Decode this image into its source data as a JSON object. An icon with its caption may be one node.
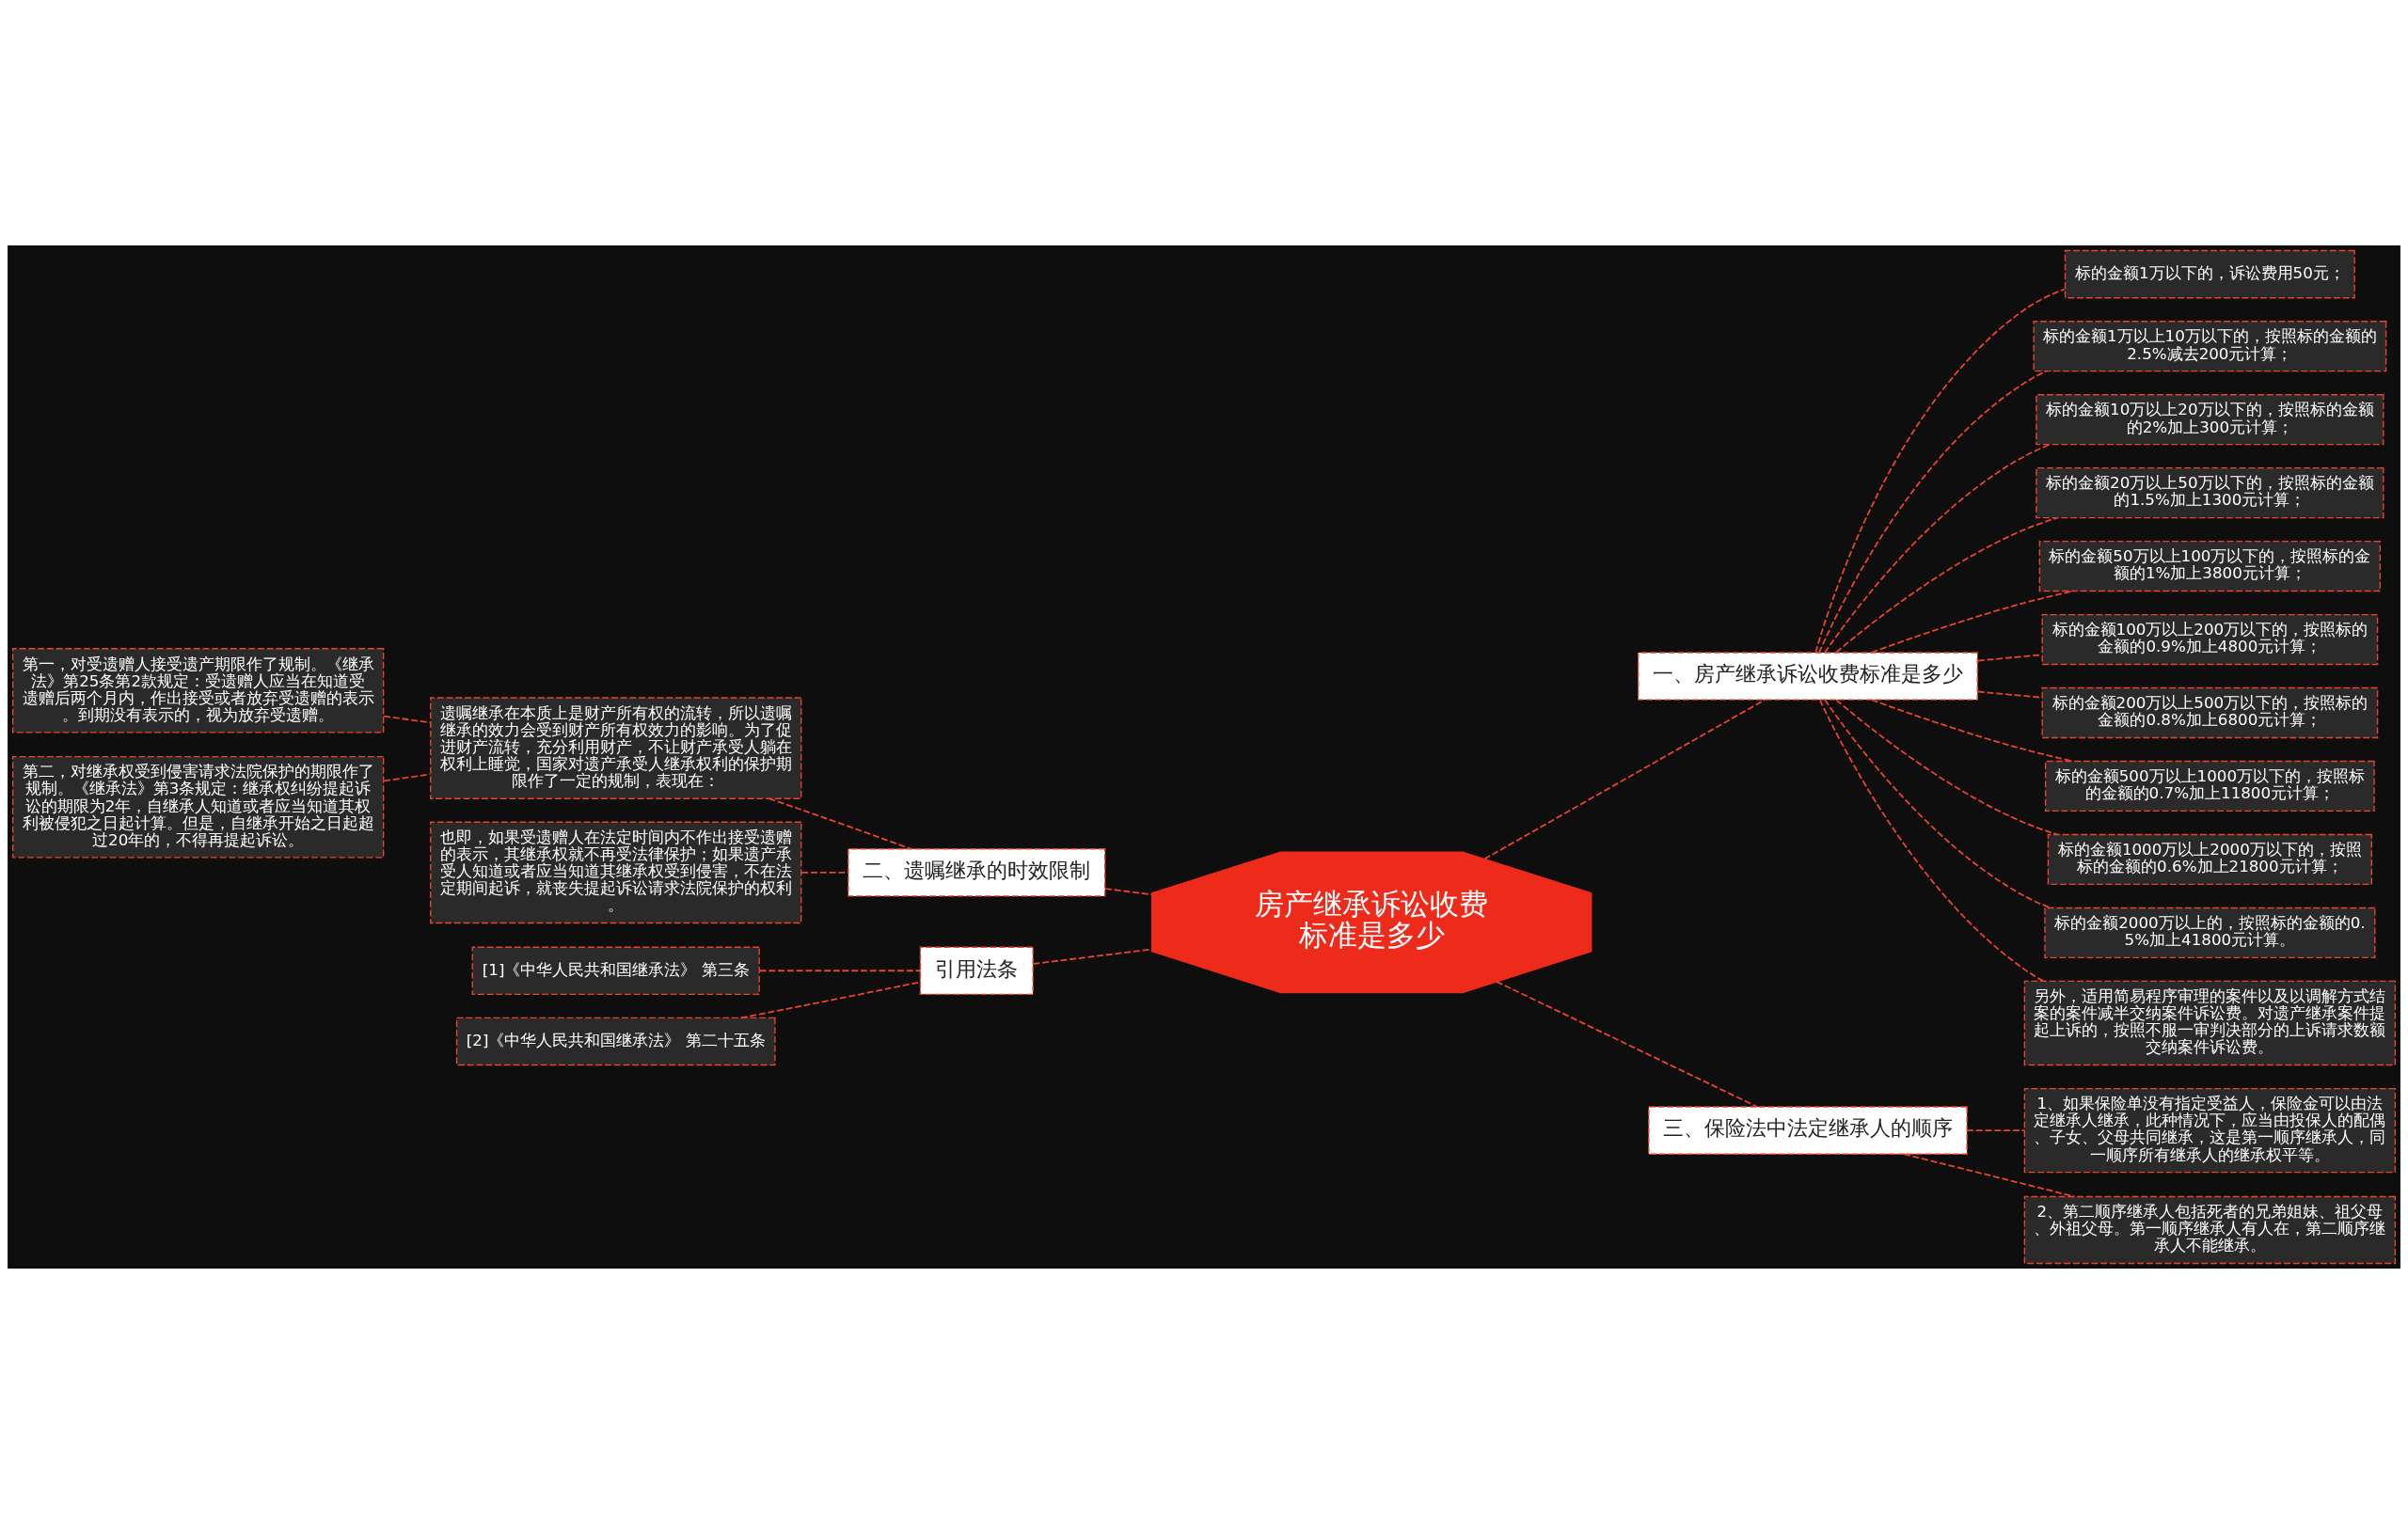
{
  "diagram": {
    "nodes": [
      {
        "text": [
          "房产继承诉讼收费标准是多少"
        ]
      },
      {
        "text": [
          "二、遗嘱继承的时效限制"
        ]
      },
      {
        "text": [
          "遗嘱继承在本质上是财产所有权的流转，所以遗嘱继承的效力会受到财产所有权效力的影响。为了促进财产流转，充分利用财产，不让财产承受人躺在权利上睡觉，国家对遗产承受人继承权利的保护期限作了一定的规制，表现在："
        ]
      },
      {
        "text": [
          "第一，对受遗赠人接受遗产期限作了规制。《继承法》第25条第2款规定：受遗赠人应当在知道受遗赠后两个月内，作出接受或者放弃受遗赠的表示。到期没有表示的，视为放弃受遗赠。"
        ]
      },
      {
        "text": [
          "第二，对继承权受到侵害请求法院保护的期限作了规制。《继承法》第3条规定：继承权纠纷提起诉讼的期限为2年，自继承人知道或者应当知道其权利被侵犯之日起计算。但是，自继承开始之日起超过20年的，不得再提起诉讼。"
        ]
      },
      {
        "text": [
          "也即，如果受遗赠人在法定时间内不作出接受遗赠的表示，其继承权就不再受法律保护；如果遗产承受人知道或者应当知道其继承权受到侵害，不在法定期间起诉，就丧失提起诉讼请求法院保护的权利。"
        ]
      },
      {
        "text": [
          "引用法条"
        ]
      },
      {
        "text": [
          "[1]《中华人民共和国继承法》 第三条"
        ]
      },
      {
        "text": [
          "[2]《中华人民共和国继承法》 第二十五条"
        ]
      },
      {
        "text": [
          "一、房产继承诉讼收费标准是多少"
        ]
      },
      {
        "text": [
          "标的金额1万以下的，诉讼费用50元；"
        ]
      },
      {
        "text": [
          "标的金额1万以上10万以下的，按照标的金额的2.5%减去200元计算；"
        ]
      },
      {
        "text": [
          "标的金额10万以上20万以下的，按照标的金额的2%加上300元计算；"
        ]
      },
      {
        "text": [
          "标的金额20万以上50万以下的，按照标的金额的1.5%加上1300元计算；"
        ]
      },
      {
        "text": [
          "标的金额50万以上100万以下的，按照标的金额的1%加上3800元计算；"
        ]
      },
      {
        "text": [
          "标的金额100万以上200万以下的，按照标的金额的0.9%加上4800元计算；"
        ]
      },
      {
        "text": [
          "标的金额200万以上500万以下的，按照标的金额的0.8%加上6800元计算；"
        ]
      },
      {
        "text": [
          "标的金额500万以上1000万以下的，按照标的金额的0.7%加上11800元计算；"
        ]
      },
      {
        "text": [
          "标的金额1000万以上2000万以下的，按照标的金额的0.6%加上21800元计算；"
        ]
      },
      {
        "text": [
          "标的金额2000万以上的，按照标的金额的0.5%加上41800元计算。"
        ]
      },
      {
        "text": [
          "另外，适用简易程序审理的案件以及以调解方式结案的案件减半交纳案件诉讼费。对遗产继承案件提起上诉的，按照不服一审判决部分的上诉请求数额交纳案件诉讼费。"
        ]
      },
      {
        "text": [
          "三、保险法中法定继承人的顺序"
        ]
      },
      {
        "text": [
          "1、如果保险单没有指定受益人，保险金可以由法定继承人继承，此种情况下，应当由投保人的配偶、子女、父母共同继承，这是第一顺序继承人，同一顺序所有继承人的继承权平等。"
        ]
      },
      {
        "text": [
          "2、第二顺序继承人包括死者的兄弟姐妹、祖父母、外祖父母。第一顺序继承人有人在，第二顺序继承人不能继承。"
        ]
      }
    ],
    "edges": [
      {
        "from": 0,
        "to": 1,
        "arrow": "none"
      },
      {
        "from": 1,
        "to": 2,
        "arrow": "none"
      },
      {
        "from": 2,
        "to": 3,
        "arrow": "none"
      },
      {
        "from": 2,
        "to": 4,
        "arrow": "none"
      },
      {
        "from": 1,
        "to": 5,
        "arrow": "none"
      },
      {
        "from": 0,
        "to": 6,
        "arrow": "none"
      },
      {
        "from": 6,
        "to": 7,
        "arrow": "none"
      },
      {
        "from": 6,
        "to": 8,
        "arrow": "none"
      },
      {
        "from": 0,
        "to": 9,
        "arrow": "none"
      },
      {
        "from": 9,
        "to": 10,
        "arrow": "none"
      },
      {
        "from": 9,
        "to": 11,
        "arrow": "none"
      },
      {
        "from": 9,
        "to": 12,
        "arrow": "none"
      },
      {
        "from": 9,
        "to": 13,
        "arrow": "none"
      },
      {
        "from": 9,
        "to": 14,
        "arrow": "none"
      },
      {
        "from": 9,
        "to": 15,
        "arrow": "none"
      },
      {
        "from": 9,
        "to": 16,
        "arrow": "none"
      },
      {
        "from": 9,
        "to": 17,
        "arrow": "none"
      },
      {
        "from": 9,
        "to": 18,
        "arrow": "none"
      },
      {
        "from": 9,
        "to": 19,
        "arrow": "none"
      },
      {
        "from": 9,
        "to": 20,
        "arrow": "none"
      },
      {
        "from": 0,
        "to": 21,
        "arrow": "none"
      },
      {
        "from": 21,
        "to": 22,
        "arrow": "none"
      },
      {
        "from": 21,
        "to": 23,
        "arrow": "none"
      }
    ]
  }
}
